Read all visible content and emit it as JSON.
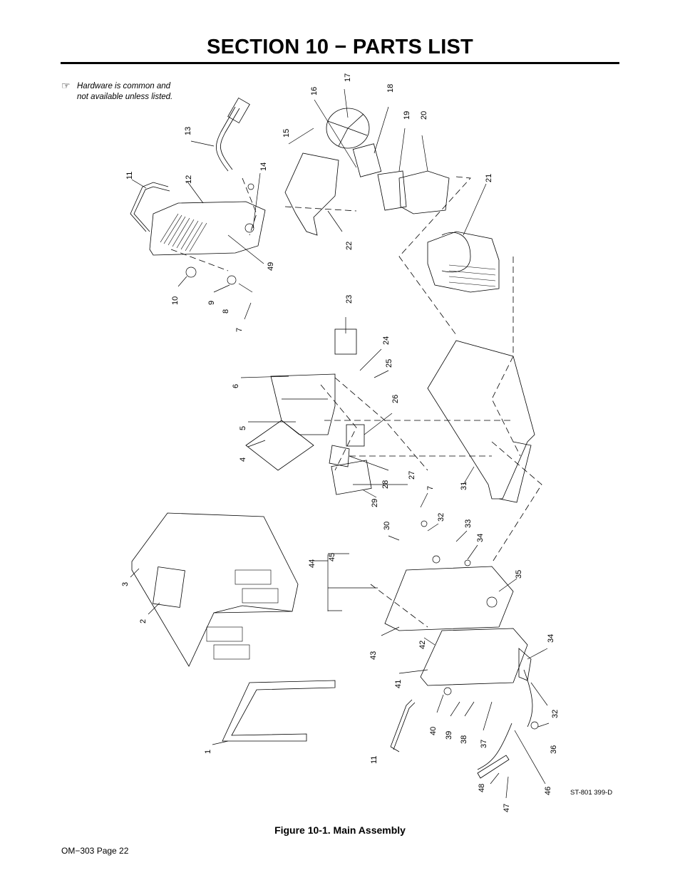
{
  "page": {
    "title": "SECTION 10 − PARTS LIST",
    "note_icon": "pointing-hand-icon",
    "note_line1": "Hardware is common and",
    "note_line2": "not available unless listed.",
    "drawing_ref": "ST-801 399-D",
    "caption": "Figure 10-1. Main Assembly",
    "footer": "OM−303 Page 22"
  },
  "callouts": [
    "1",
    "2",
    "3",
    "4",
    "5",
    "6",
    "7",
    "7",
    "8",
    "9",
    "10",
    "11",
    "11",
    "12",
    "13",
    "14",
    "15",
    "16",
    "17",
    "18",
    "19",
    "20",
    "21",
    "22",
    "23",
    "24",
    "25",
    "26",
    "27",
    "28",
    "29",
    "30",
    "31",
    "32",
    "32",
    "33",
    "34",
    "34",
    "35",
    "36",
    "37",
    "38",
    "39",
    "40",
    "41",
    "42",
    "43",
    "44",
    "45",
    "46",
    "47",
    "48",
    "49"
  ]
}
